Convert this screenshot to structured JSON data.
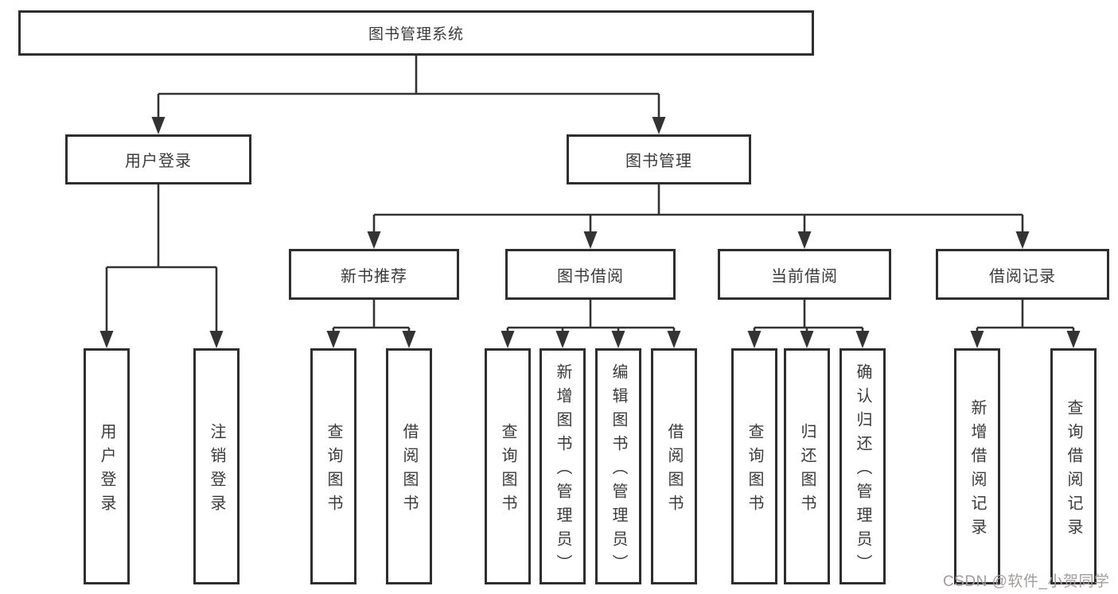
{
  "tree": {
    "label": "图书管理系统",
    "children": [
      {
        "label": "用户登录",
        "children": [
          {
            "label": "用户登录"
          },
          {
            "label": "注销登录"
          }
        ]
      },
      {
        "label": "图书管理",
        "children": [
          {
            "label": "新书推荐",
            "children": [
              {
                "label": "查询图书"
              },
              {
                "label": "借阅图书"
              }
            ]
          },
          {
            "label": "图书借阅",
            "children": [
              {
                "label": "查询图书"
              },
              {
                "label": "新增图书（管理员）"
              },
              {
                "label": "编辑图书（管理员）"
              },
              {
                "label": "借阅图书"
              }
            ]
          },
          {
            "label": "当前借阅",
            "children": [
              {
                "label": "查询图书"
              },
              {
                "label": "归还图书"
              },
              {
                "label": "确认归还（管理员）"
              }
            ]
          },
          {
            "label": "借阅记录",
            "children": [
              {
                "label": "新增借阅记录"
              },
              {
                "label": "查询借阅记录"
              }
            ]
          }
        ]
      }
    ]
  },
  "watermark": "CSDN @软件_小贺同学",
  "colors": {
    "line": "#333333",
    "box_border": "#2e2e2e",
    "text": "#3a3a3a",
    "background": "#ffffff",
    "watermark": "#a29c9c"
  }
}
